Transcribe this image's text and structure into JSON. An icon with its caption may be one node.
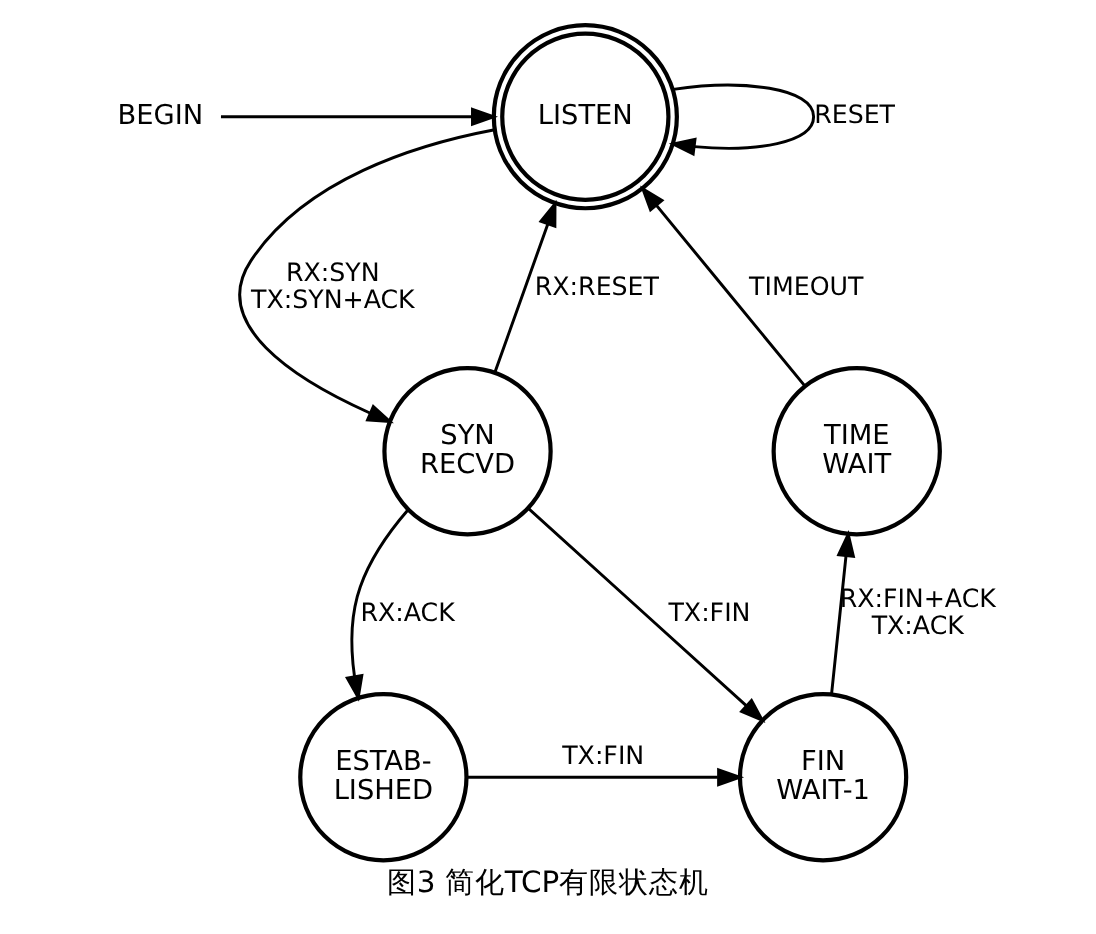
{
  "diagram": {
    "caption": "图3 简化TCP有限状态机",
    "nodes": [
      {
        "text": [
          "LISTEN"
        ]
      },
      {
        "text": [
          "SYN RECVD"
        ]
      },
      {
        "text": [
          "TIME WAIT"
        ]
      },
      {
        "text": [
          "ESTAB- LISHED"
        ]
      },
      {
        "text": [
          "FIN WAIT-1"
        ]
      },
      {
        "text": [
          "BEGIN"
        ]
      }
    ],
    "edges": [
      {
        "from": 5,
        "to": 0,
        "arrow": "to"
      },
      {
        "from": 0,
        "to": 0,
        "arrow": "to",
        "label": "RESET"
      },
      {
        "from": 0,
        "to": 1,
        "arrow": "to",
        "label": "RX:SYN TX:SYN+ACK"
      },
      {
        "from": 1,
        "to": 0,
        "arrow": "to",
        "label": "RX:RESET"
      },
      {
        "from": 1,
        "to": 3,
        "arrow": "to",
        "label": "RX:ACK"
      },
      {
        "from": 1,
        "to": 4,
        "arrow": "to",
        "label": "TX:FIN"
      },
      {
        "from": 3,
        "to": 4,
        "arrow": "to",
        "label": "TX:FIN"
      },
      {
        "from": 4,
        "to": 2,
        "arrow": "to",
        "label": "RX:FIN+ACK TX:ACK"
      },
      {
        "from": 2,
        "to": 0,
        "arrow": "to",
        "label": "TIMEOUT"
      }
    ]
  }
}
